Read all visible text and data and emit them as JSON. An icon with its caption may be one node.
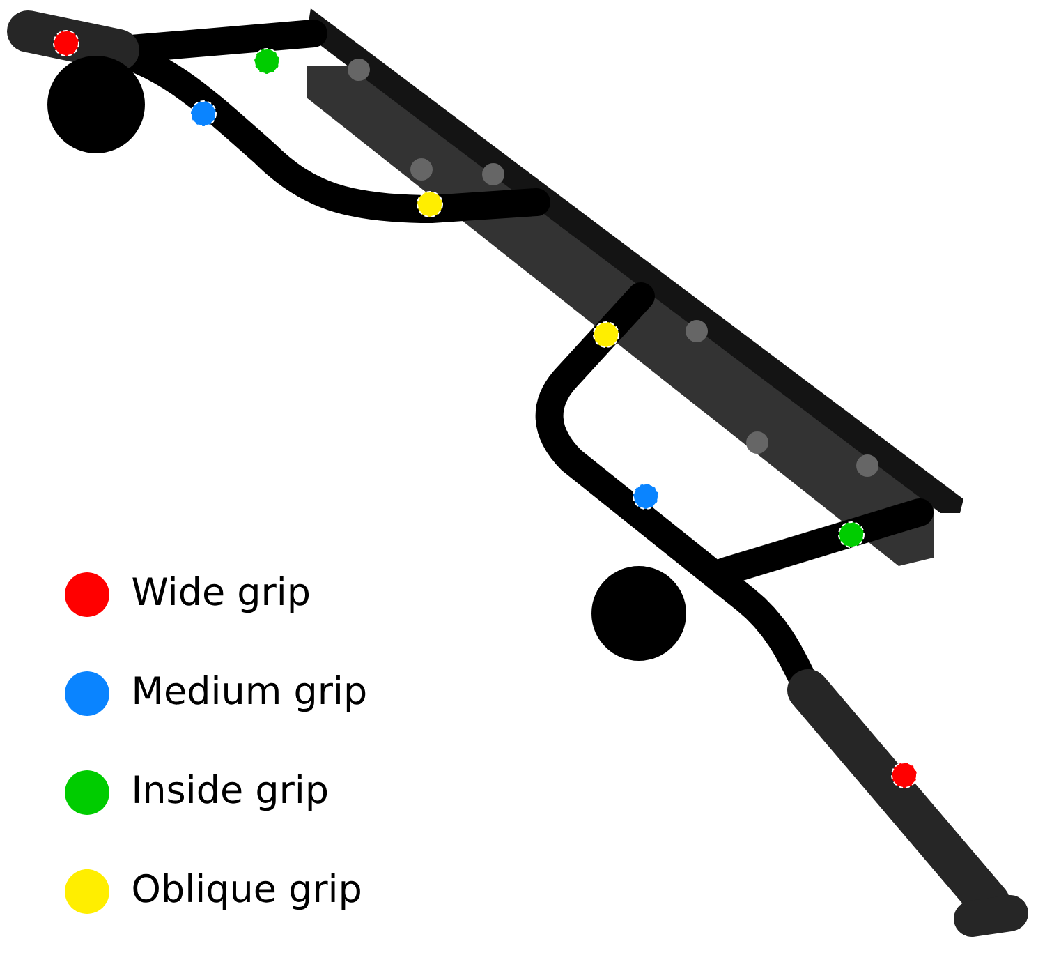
{
  "diagram": {
    "legend": [
      {
        "text": "Wide grip",
        "color": "#ff0000"
      },
      {
        "text": "Medium grip",
        "color": "#0a84ff"
      },
      {
        "text": "Inside grip",
        "color": "#00cc00"
      },
      {
        "text": "Oblique grip",
        "color": "#ffee00"
      }
    ]
  }
}
